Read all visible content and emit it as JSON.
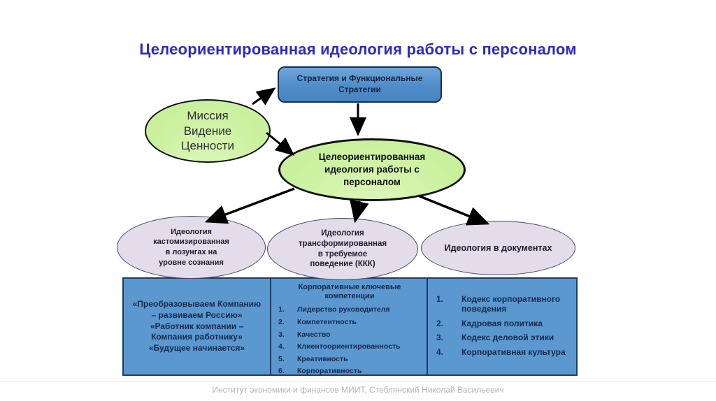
{
  "slide": {
    "title": "Целеориентированная идеология работы с персоналом",
    "footer": "Институт экономики и финансов МИИТ, Стеблянский Николай Васильевич"
  },
  "nodes": {
    "strategy_box": {
      "lines": [
        "Стратегия и Функциональные",
        "Стратегии"
      ]
    },
    "mission_ellipse": {
      "lines": [
        "Миссия",
        "Видение",
        "Ценности"
      ]
    },
    "center_ellipse": {
      "lines": [
        "Целеориентированная",
        "идеология работы с",
        "персоналом"
      ]
    },
    "ideology_slogans_ellipse": {
      "lines": [
        "Идеология",
        "кастомизированная",
        "в лозунгах на",
        "уровне сознания"
      ]
    },
    "ideology_behavior_ellipse": {
      "lines": [
        "Идеология",
        "трансформированная",
        "в требуемое",
        "поведение (ККК)"
      ]
    },
    "ideology_documents_ellipse": {
      "label": "Идеология в документах"
    }
  },
  "table": {
    "slogans": [
      "«Преобразовываем Компанию – развиваем Россию»",
      "«Работник компании – Компания работнику»",
      "«Будущее начинается»"
    ],
    "competencies": {
      "header": "Корпоративные ключевые компетенции",
      "items": [
        "Лидерство руководителя",
        "Компетентность",
        "Качество",
        "Клиентоориентированность",
        "Креативность",
        "Корпоративность"
      ]
    },
    "documents": {
      "items": [
        "Кодекс корпоративного поведения",
        "Кадровая политика",
        "Кодекс деловой этики",
        "Корпоративная культура"
      ]
    }
  },
  "colors": {
    "title": "#2b2bc4",
    "box-fill": "#4f8cc9",
    "box-border": "#15304f",
    "green-fill": "#c9f19d",
    "green-border": "#0f0f0f",
    "lavender-fill": "#e3dcea",
    "lavender-border": "#4a4262",
    "table-fill": "#5b98cf",
    "table-border": "#1d3d60",
    "text-dark": "#13294a",
    "arrow": "#000000",
    "footer": "#b3b3b3"
  }
}
